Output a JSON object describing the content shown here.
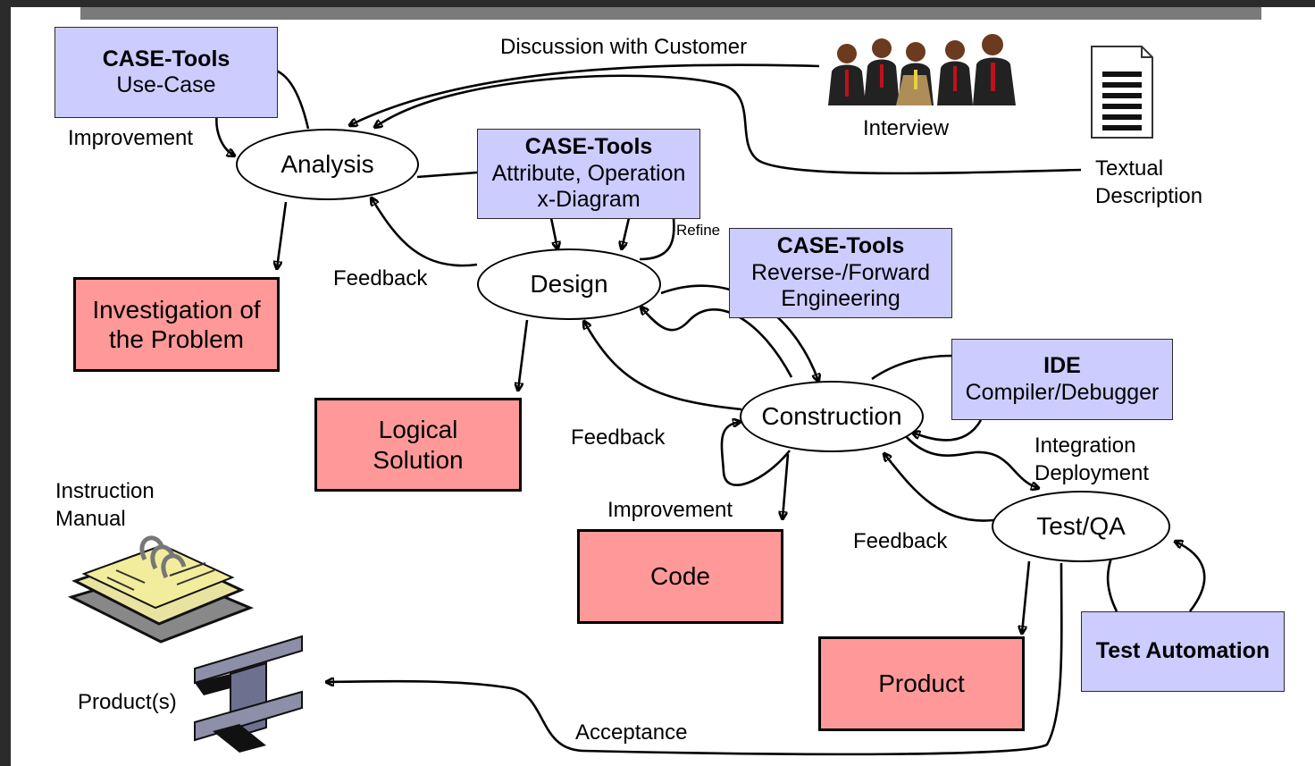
{
  "processes": {
    "analysis": "Analysis",
    "design": "Design",
    "construction": "Construction",
    "test": "Test/QA"
  },
  "tools": {
    "case_usecase": {
      "title": "CASE-Tools",
      "lines": [
        "Use-Case"
      ]
    },
    "case_attr": {
      "title": "CASE-Tools",
      "lines": [
        "Attribute, Operation",
        "x-Diagram"
      ]
    },
    "case_rev": {
      "title": "CASE-Tools",
      "lines": [
        "Reverse-/Forward",
        "Engineering"
      ]
    },
    "ide": {
      "title": "IDE",
      "lines": [
        "Compiler/Debugger"
      ]
    },
    "test_automation": {
      "title": "Test Automation"
    }
  },
  "results": {
    "investigation": [
      "Investigation of",
      "the Problem"
    ],
    "logical": [
      "Logical",
      "Solution"
    ],
    "code": "Code",
    "product": "Product"
  },
  "labels": {
    "discussion": "Discussion with Customer",
    "interview": "Interview",
    "textual": [
      "Textual",
      "Description"
    ],
    "improvement1": "Improvement",
    "feedback1": "Feedback",
    "refine": "Refine",
    "feedback2": "Feedback",
    "integration": [
      "Integration",
      "Deployment"
    ],
    "improvement2": "Improvement",
    "feedback3": "Feedback",
    "instruction": [
      "Instruction",
      "Manual"
    ],
    "products": "Product(s)",
    "acceptance": "Acceptance"
  },
  "colors": {
    "tool_fill": "#ccccff",
    "result_fill": "#ff9999",
    "stroke": "#000000"
  },
  "icons": [
    "people-group-icon",
    "document-icon",
    "manual-book-icon",
    "steel-beam-icon"
  ]
}
